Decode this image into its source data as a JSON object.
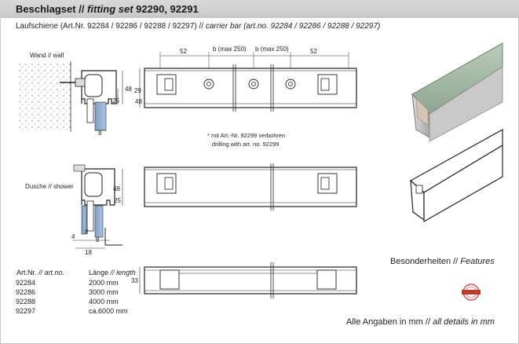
{
  "title": {
    "main": "Beschlagset",
    "sep": " // ",
    "italic": "fitting set",
    "numbers": " 92290, 92291"
  },
  "subtitle": {
    "de": "Laufschiene (Art.Nr. 92284 / 92286 / 92288 / 92297)",
    "sep": " // ",
    "en": "carrier bar (art.no. 92284 / 92286 / 92288 /  92297)"
  },
  "labels": {
    "wall": "Wand // wall",
    "shower": "Dusche // shower",
    "note_line1": "* mit Art.-Nr. 92299 verbohren",
    "note_line2": "drilling with art. no. 92299",
    "features_de": "Besonderheiten",
    "features_sep": "  //  ",
    "features_en": "Features",
    "all_de": "Alle Angaben in mm",
    "all_sep": " // ",
    "all_en": "all details in mm",
    "stamp": "PRODUKT PREMIUM"
  },
  "dimensions": {
    "top_52_left": "52",
    "top_b1": "b (max 250)",
    "top_b2": "b (max 250)",
    "top_52_right": "52",
    "side_48": "48",
    "side_29": "29",
    "side_25": "25",
    "side_8": "8",
    "shower_48": "48",
    "shower_25": "25",
    "shower_4": "4",
    "shower_8a": "8",
    "shower_8b": "8",
    "shower_18": "18",
    "bottom_33": "33"
  },
  "table": {
    "header_art_de": "Art.Nr.",
    "header_art_en": " // art.no.",
    "header_len_de": "Länge",
    "header_len_en": " // length",
    "rows": [
      {
        "art": "92284",
        "len": "2000 mm"
      },
      {
        "art": "92286",
        "len": "3000 mm"
      },
      {
        "art": "92288",
        "len": "4000 mm"
      },
      {
        "art": "92297",
        "len": "ca.6000 mm"
      }
    ]
  },
  "colors": {
    "header_bg": "#d0d0d0",
    "rail_green": "#9fb8a3",
    "dim_line": "#333333",
    "stamp_red": "#c0392b"
  }
}
